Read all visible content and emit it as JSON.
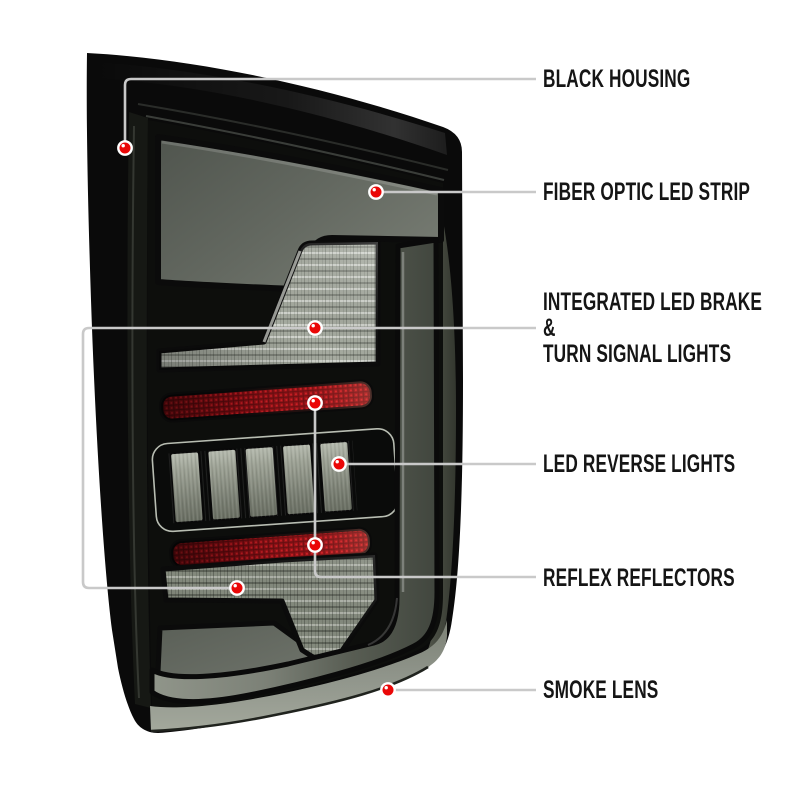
{
  "page": {
    "title": "Tail light features diagram",
    "background": "#ffffff"
  },
  "callouts": [
    {
      "id": "black-housing",
      "label": "BLACK HOUSING"
    },
    {
      "id": "fiber-optic-led-strip",
      "label": "FIBER OPTIC LED STRIP"
    },
    {
      "id": "integrated-led-brake-turn-signal-lights",
      "lines": [
        "INTEGRATED LED BRAKE",
        "&",
        "TURN SIGNAL LIGHTS"
      ]
    },
    {
      "id": "led-reverse-lights",
      "label": "LED REVERSE LIGHTS"
    },
    {
      "id": "reflex-reflectors",
      "label": "REFLEX REFLECTORS"
    },
    {
      "id": "smoke-lens",
      "label": "SMOKE LENS"
    }
  ],
  "markers": {
    "count": 8,
    "dot_color": "#ea0707",
    "ring_color": "#ffffff"
  },
  "colors": {
    "label_text": "#151515",
    "callout_line": "#c9c9c9",
    "housing_black": "#0a0a0a",
    "lens_smoke": "#666b60",
    "reflector_red": "#a31016"
  }
}
